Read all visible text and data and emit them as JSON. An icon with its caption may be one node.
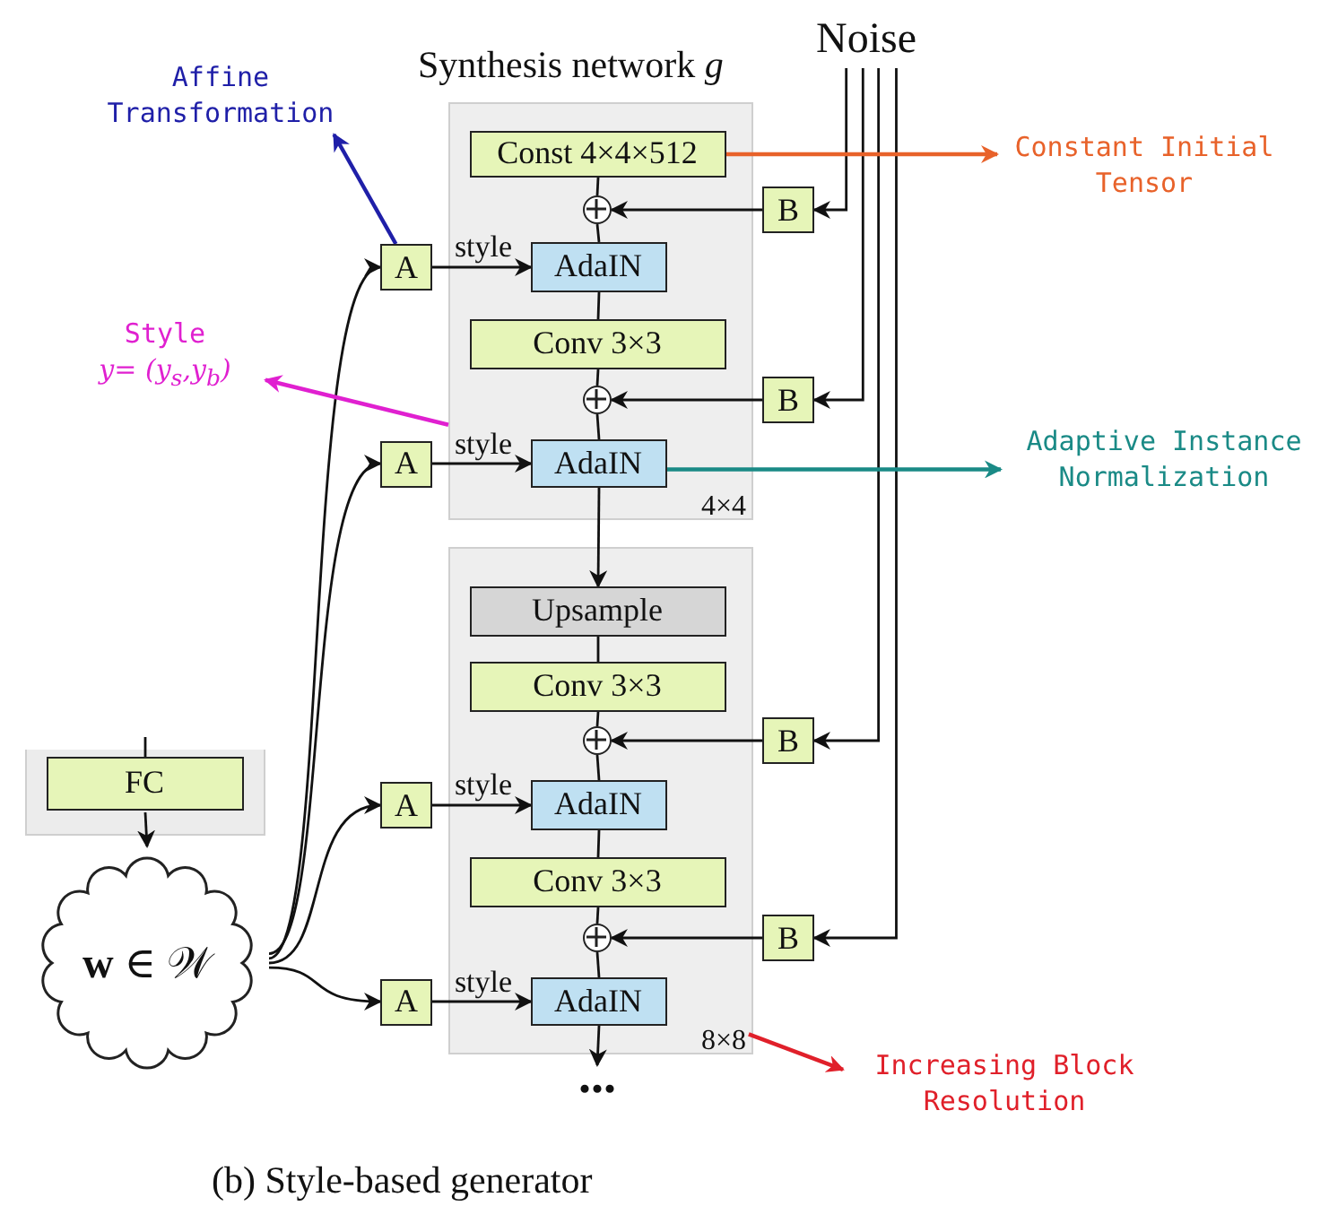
{
  "diagram": {
    "caption": "(b) Style-based generator",
    "nodes": [
      {
        "text": [
          "Synthesis network *g*",
          "4×4"
        ]
      },
      {
        "text": [
          "Const 4×4×512"
        ],
        "in": 0
      },
      {
        "text": [],
        "shape": "circle",
        "in": 0
      },
      {
        "text": [
          "AdaIN"
        ],
        "in": 0
      },
      {
        "text": [
          "Conv 3×3"
        ],
        "in": 0
      },
      {
        "text": [],
        "shape": "circle",
        "in": 0
      },
      {
        "text": [
          "AdaIN"
        ],
        "in": 0
      },
      {
        "text": [
          "8×8"
        ]
      },
      {
        "text": [
          "Upsample"
        ],
        "in": 7
      },
      {
        "text": [
          "Conv 3×3"
        ],
        "in": 7
      },
      {
        "text": [],
        "shape": "circle",
        "in": 7
      },
      {
        "text": [
          "AdaIN"
        ],
        "in": 7
      },
      {
        "text": [
          "Conv 3×3"
        ],
        "in": 7
      },
      {
        "text": [],
        "shape": "circle",
        "in": 7
      },
      {
        "text": [
          "AdaIN"
        ],
        "in": 7
      },
      {
        "text": [
          "A"
        ]
      },
      {
        "text": [
          "A"
        ]
      },
      {
        "text": [
          "A"
        ]
      },
      {
        "text": [
          "A"
        ]
      },
      {
        "text": [
          "B"
        ]
      },
      {
        "text": [
          "B"
        ]
      },
      {
        "text": [
          "B"
        ]
      },
      {
        "text": [
          "B"
        ]
      },
      {
        "text": [
          "Noise"
        ]
      },
      {
        "text": [],
        "shape": "box"
      },
      {
        "text": [
          "FC"
        ],
        "in": 24
      },
      {
        "text": [
          "**w** ∈ 𝒲"
        ]
      },
      {
        "text": [
          "..."
        ]
      },
      {
        "text": [
          "Affine Transformation"
        ]
      },
      {
        "text": [
          "Style",
          "y= (y$_{s}$,y$_{b}$)"
        ]
      },
      {
        "text": [
          "Constant Initial Tensor"
        ]
      },
      {
        "text": [
          "Adaptive Instance Normalization"
        ]
      },
      {
        "text": [
          "Increasing Block Resolution"
        ]
      }
    ],
    "edges": [
      {
        "from": 1,
        "to": 2,
        "arrow": "none"
      },
      {
        "from": 2,
        "to": 3,
        "arrow": "none"
      },
      {
        "from": 3,
        "to": 4,
        "arrow": "none"
      },
      {
        "from": 4,
        "to": 5,
        "arrow": "none"
      },
      {
        "from": 5,
        "to": 6,
        "arrow": "none"
      },
      {
        "from": 6,
        "to": 8,
        "arrow": "to"
      },
      {
        "from": 8,
        "to": 9,
        "arrow": "none"
      },
      {
        "from": 9,
        "to": 10,
        "arrow": "none"
      },
      {
        "from": 10,
        "to": 11,
        "arrow": "none"
      },
      {
        "from": 11,
        "to": 12,
        "arrow": "none"
      },
      {
        "from": 12,
        "to": 13,
        "arrow": "none"
      },
      {
        "from": 13,
        "to": 14,
        "arrow": "none"
      },
      {
        "from": 14,
        "to": 27,
        "arrow": "to"
      },
      {
        "from": 15,
        "to": 3,
        "arrow": "to",
        "label": "style"
      },
      {
        "from": 16,
        "to": 6,
        "arrow": "to",
        "label": "style"
      },
      {
        "from": 17,
        "to": 11,
        "arrow": "to",
        "label": "style"
      },
      {
        "from": 18,
        "to": 14,
        "arrow": "to",
        "label": "style"
      },
      {
        "from": 19,
        "to": 2,
        "arrow": "to"
      },
      {
        "from": 20,
        "to": 5,
        "arrow": "to"
      },
      {
        "from": 21,
        "to": 10,
        "arrow": "to"
      },
      {
        "from": 22,
        "to": 13,
        "arrow": "to"
      },
      {
        "from": 23,
        "to": 19,
        "arrow": "to"
      },
      {
        "from": 23,
        "to": 20,
        "arrow": "to"
      },
      {
        "from": 23,
        "to": 21,
        "arrow": "to"
      },
      {
        "from": 23,
        "to": 22,
        "arrow": "to"
      },
      {
        "from": null,
        "to": 25,
        "arrow": "none"
      },
      {
        "from": 25,
        "to": 26,
        "arrow": "to"
      },
      {
        "from": 26,
        "to": 15,
        "arrow": "to"
      },
      {
        "from": 26,
        "to": 16,
        "arrow": "to"
      },
      {
        "from": 26,
        "to": 17,
        "arrow": "to"
      },
      {
        "from": 26,
        "to": 18,
        "arrow": "to"
      },
      {
        "from": 15,
        "to": 28,
        "arrow": "to",
        "color": "#1f1fa8"
      },
      {
        "from": 0,
        "to": 29,
        "arrow": "to",
        "color": "#e020d0"
      },
      {
        "from": 1,
        "to": 30,
        "arrow": "to",
        "color": "#e8622a"
      },
      {
        "from": 6,
        "to": 31,
        "arrow": "to",
        "color": "#1a8a86"
      },
      {
        "from": 7,
        "to": 32,
        "arrow": "to",
        "color": "#e0202a"
      }
    ]
  }
}
